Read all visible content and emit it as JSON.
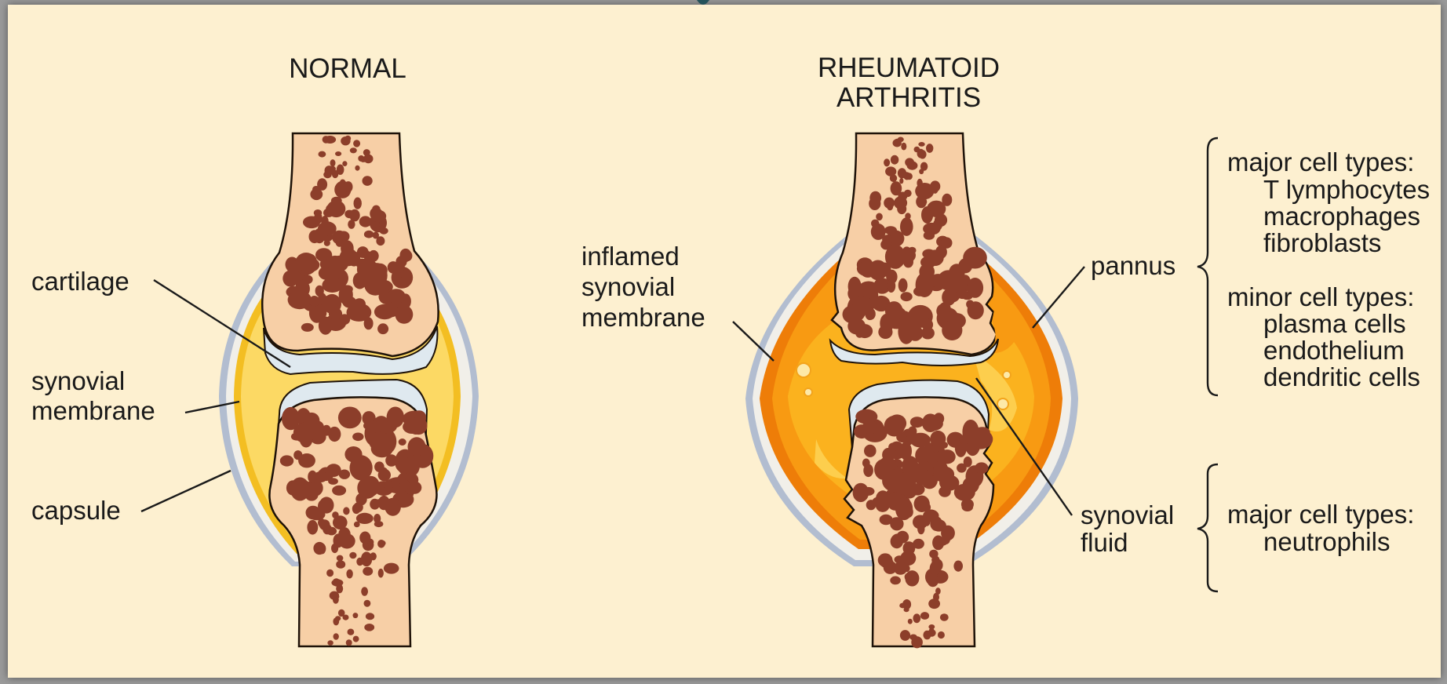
{
  "colors": {
    "panel": "#fdf0d0",
    "bone": "#f7cfa6",
    "bone_outline": "#1e1208",
    "marrow": "#8c3e2a",
    "cartilage": "#dfe9ef",
    "capsule": "#b2bdd0",
    "normal_fluid": "#fcd964",
    "inflamed_membrane": "#ee7d08",
    "inflamed_fluid": "#fbb21e"
  },
  "normal": {
    "title": "NORMAL",
    "labels": {
      "cartilage": "cartilage",
      "synovial_line1": "synovial",
      "synovial_line2": "membrane",
      "capsule": "capsule"
    }
  },
  "ra": {
    "title_line1": "RHEUMATOID",
    "title_line2": "ARTHRITIS",
    "labels": {
      "inflamed_line1": "inflamed",
      "inflamed_line2": "synovial",
      "inflamed_line3": "membrane",
      "pannus": "pannus",
      "fluid_line1": "synovial",
      "fluid_line2": "fluid"
    },
    "pannus_cells": {
      "major_heading": "major cell types:",
      "major": [
        "T lymphocytes",
        "macrophages",
        "fibroblasts"
      ],
      "minor_heading": "minor cell types:",
      "minor": [
        "plasma cells",
        "endothelium",
        "dendritic cells"
      ]
    },
    "fluid_cells": {
      "major_heading": "major cell types:",
      "major": [
        "neutrophils"
      ]
    }
  }
}
